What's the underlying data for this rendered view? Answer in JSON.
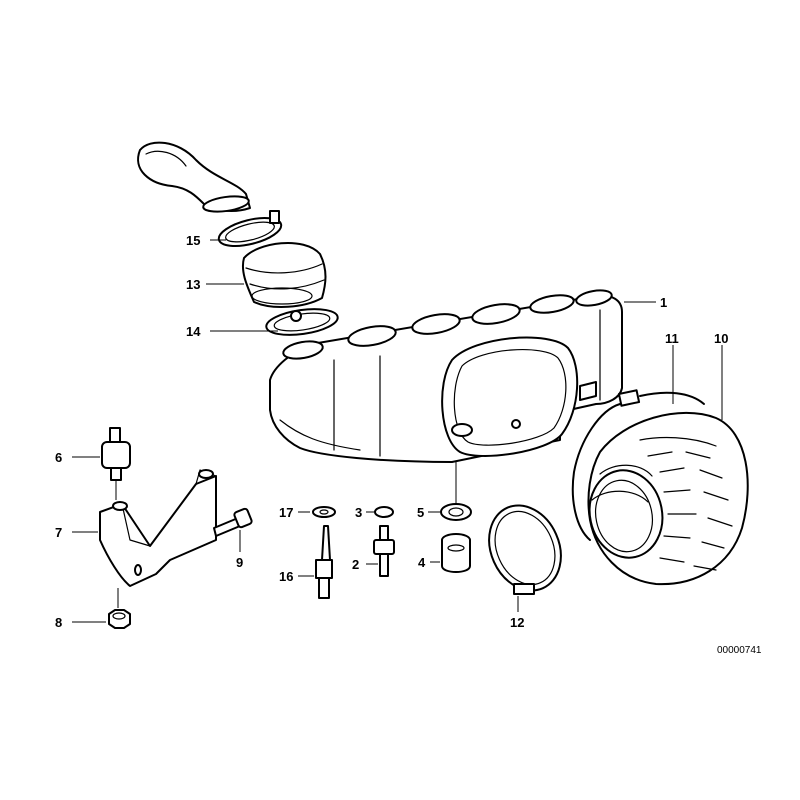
{
  "callouts": [
    "1",
    "2",
    "3",
    "4",
    "5",
    "6",
    "7",
    "8",
    "9",
    "10",
    "11",
    "12",
    "13",
    "14",
    "15",
    "16",
    "17"
  ],
  "diagram_number": "00000741"
}
